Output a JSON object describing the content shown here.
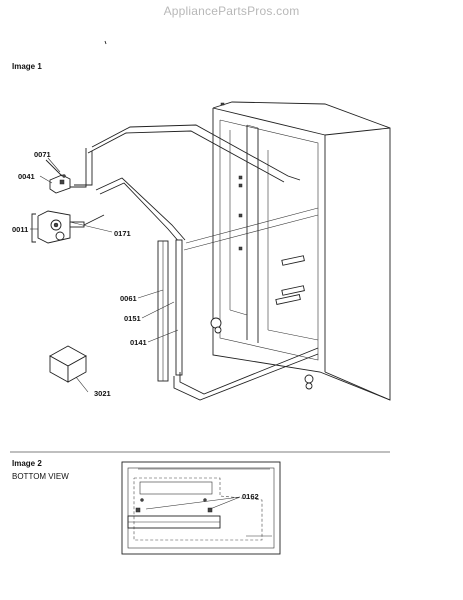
{
  "watermark": "AppliancePartsPros.com",
  "image1": {
    "label": "Image 1",
    "parts": {
      "p0071": "0071",
      "p0041": "0041",
      "p0011": "0011",
      "p0171": "0171",
      "p0061": "0061",
      "p0151": "0151",
      "p0141": "0141",
      "p3021": "3021"
    }
  },
  "image2": {
    "label": "Image 2",
    "sublabel": "BOTTOM VIEW",
    "parts": {
      "p0162": "0162"
    }
  }
}
